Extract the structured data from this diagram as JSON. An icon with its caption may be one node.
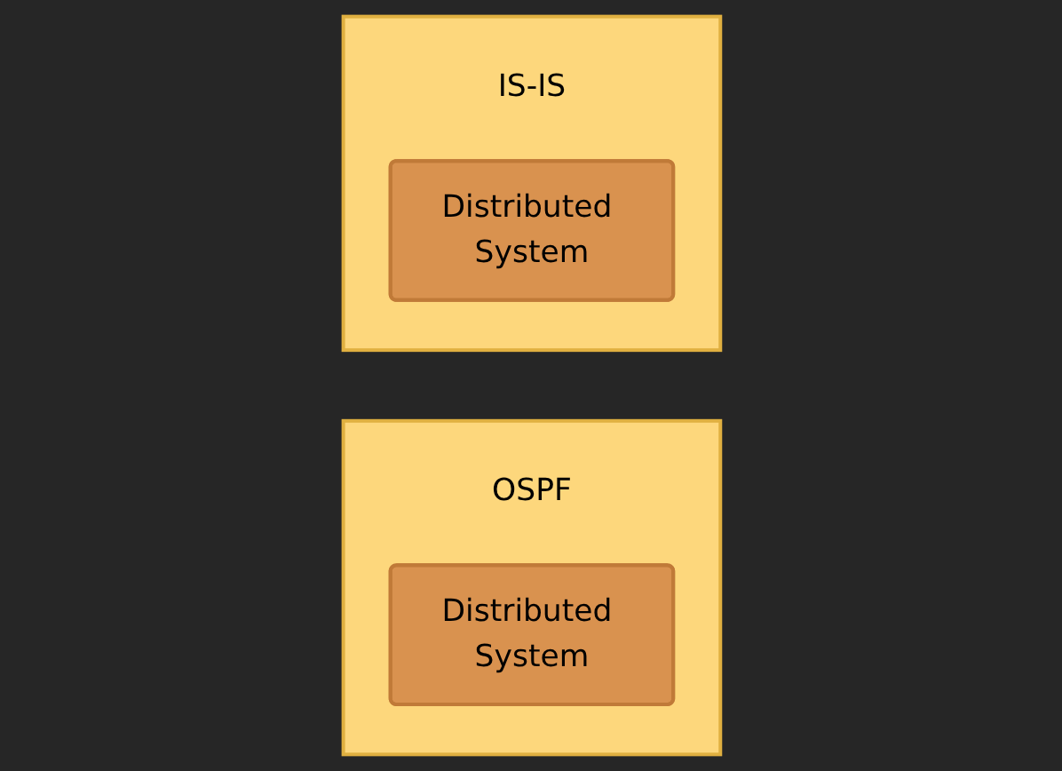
{
  "diagram": {
    "nodes": [
      {
        "text": [
          "OSPF"
        ]
      },
      {
        "text": [
          "Distributed System"
        ],
        "in": 0
      },
      {
        "text": [
          "IS-IS"
        ]
      },
      {
        "text": [
          "Distributed System"
        ],
        "in": 2
      }
    ]
  }
}
